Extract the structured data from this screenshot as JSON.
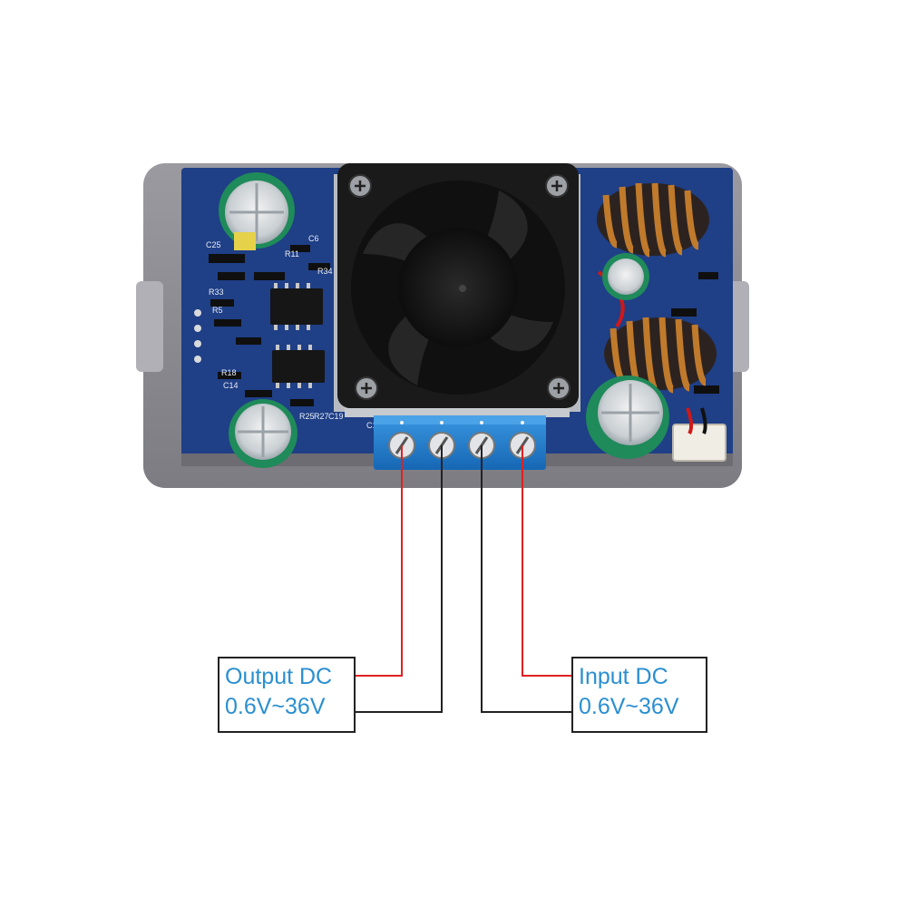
{
  "colors": {
    "background": "#ffffff",
    "pcb": "#1f3f86",
    "case": "#8d8d92",
    "terminal_block": "#1e7fd0",
    "wire_positive": "#e02020",
    "wire_negative": "#222222",
    "label_text": "#2a8fd0",
    "fan": "#1a1a1a",
    "heatsink": "#b8bcc2",
    "inductor_copper": "#c07a2c",
    "capacitor_body": "#1f8a5a"
  },
  "icons": [
    "fan-icon",
    "inductor-icon",
    "capacitor-icon",
    "screw-terminal-icon",
    "chip-icon"
  ],
  "components": {
    "capacitor_marks": [
      "C25",
      "C1",
      "C14"
    ],
    "chip_marks": [
      "R11",
      "R34",
      "R33",
      "R5",
      "R18",
      "R25",
      "R27",
      "C19",
      "C6"
    ]
  },
  "output_label": {
    "line1": "Output DC",
    "line2": "0.6V~36V"
  },
  "input_label": {
    "line1": "Input DC",
    "line2": "0.6V~36V"
  }
}
